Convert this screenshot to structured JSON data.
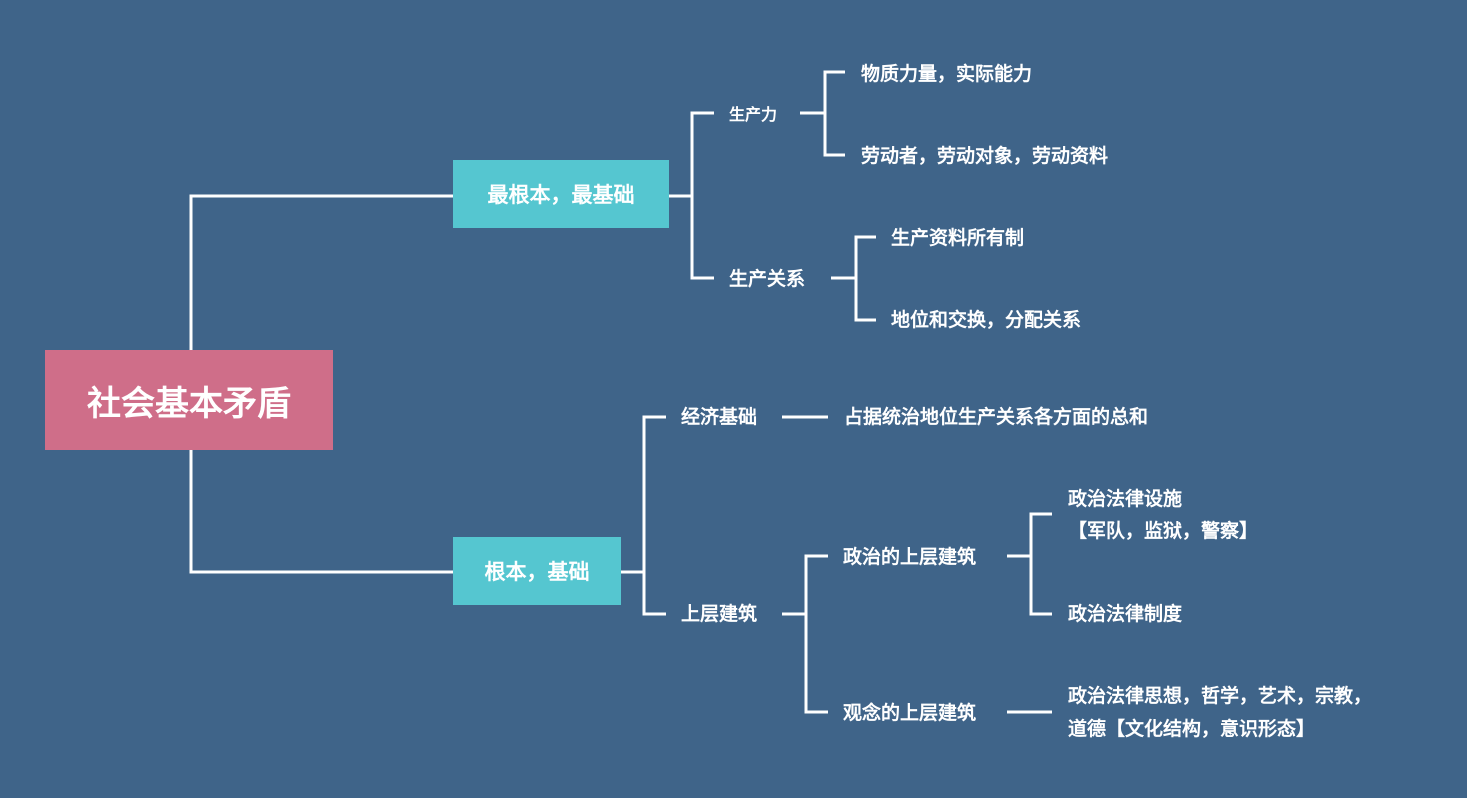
{
  "colors": {
    "background": "#3f6489",
    "root": "#cf6e89",
    "branch": "#55c6d0",
    "line": "#ffffff",
    "text": "#ffffff"
  },
  "root": "社会基本矛盾",
  "branch_top": {
    "label": "最根本，最基础",
    "productivity": {
      "label": "生产力",
      "children": [
        "物质力量，实际能力",
        "劳动者，劳动对象，劳动资料"
      ]
    },
    "relations": {
      "label": "生产关系",
      "children": [
        "生产资料所有制",
        "地位和交换，分配关系"
      ]
    }
  },
  "branch_bottom": {
    "label": "根本，基础",
    "economic_base": {
      "label": "经济基础",
      "child": "占据统治地位生产关系各方面的总和"
    },
    "superstructure": {
      "label": "上层建筑",
      "political": {
        "label": "政治的上层建筑",
        "children": [
          {
            "line1": "政治法律设施",
            "line2": "【军队，监狱，警察】"
          },
          "政治法律制度"
        ]
      },
      "ideological": {
        "label": "观念的上层建筑",
        "child": {
          "line1": "政治法律思想，哲学，艺术，宗教，",
          "line2": "道德【文化结构，意识形态】"
        }
      }
    }
  }
}
